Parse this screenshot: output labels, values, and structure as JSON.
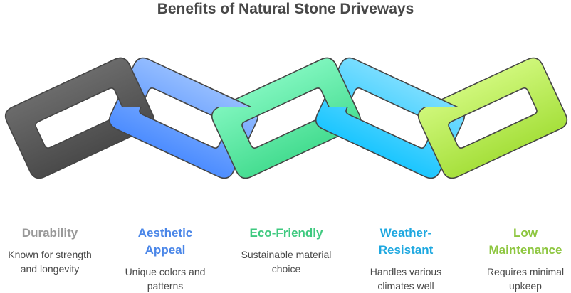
{
  "title": "Benefits of Natural Stone Driveways",
  "items": [
    {
      "heading": "Durability",
      "heading_lines": [
        "Durability"
      ],
      "description_lines": [
        "Known for strength",
        "and longevity"
      ],
      "color": "#999999",
      "link_color_top": "#6b6b6b",
      "link_color_bottom": "#4a4a4a"
    },
    {
      "heading": "Aesthetic Appeal",
      "heading_lines": [
        "Aesthetic",
        "Appeal"
      ],
      "description_lines": [
        "Unique colors and",
        "patterns"
      ],
      "color": "#4a86e8",
      "link_color_top": "#93bcff",
      "link_color_bottom": "#4d8dff"
    },
    {
      "heading": "Eco-Friendly",
      "heading_lines": [
        "Eco-Friendly"
      ],
      "description_lines": [
        "Sustainable material",
        "choice"
      ],
      "color": "#3ec97f",
      "link_color_top": "#7ef5bd",
      "link_color_bottom": "#46dd91"
    },
    {
      "heading": "Weather-Resistant",
      "heading_lines": [
        "Weather-",
        "Resistant"
      ],
      "description_lines": [
        "Handles various",
        "climates well"
      ],
      "color": "#1ea8e0",
      "link_color_top": "#79ddff",
      "link_color_bottom": "#1cc6ff"
    },
    {
      "heading": "Low Maintenance",
      "heading_lines": [
        "Low",
        "Maintenance"
      ],
      "description_lines": [
        "Requires minimal",
        "upkeep"
      ],
      "color": "#8dc63f",
      "link_color_top": "#cff77a",
      "link_color_bottom": "#a6e03c"
    }
  ]
}
